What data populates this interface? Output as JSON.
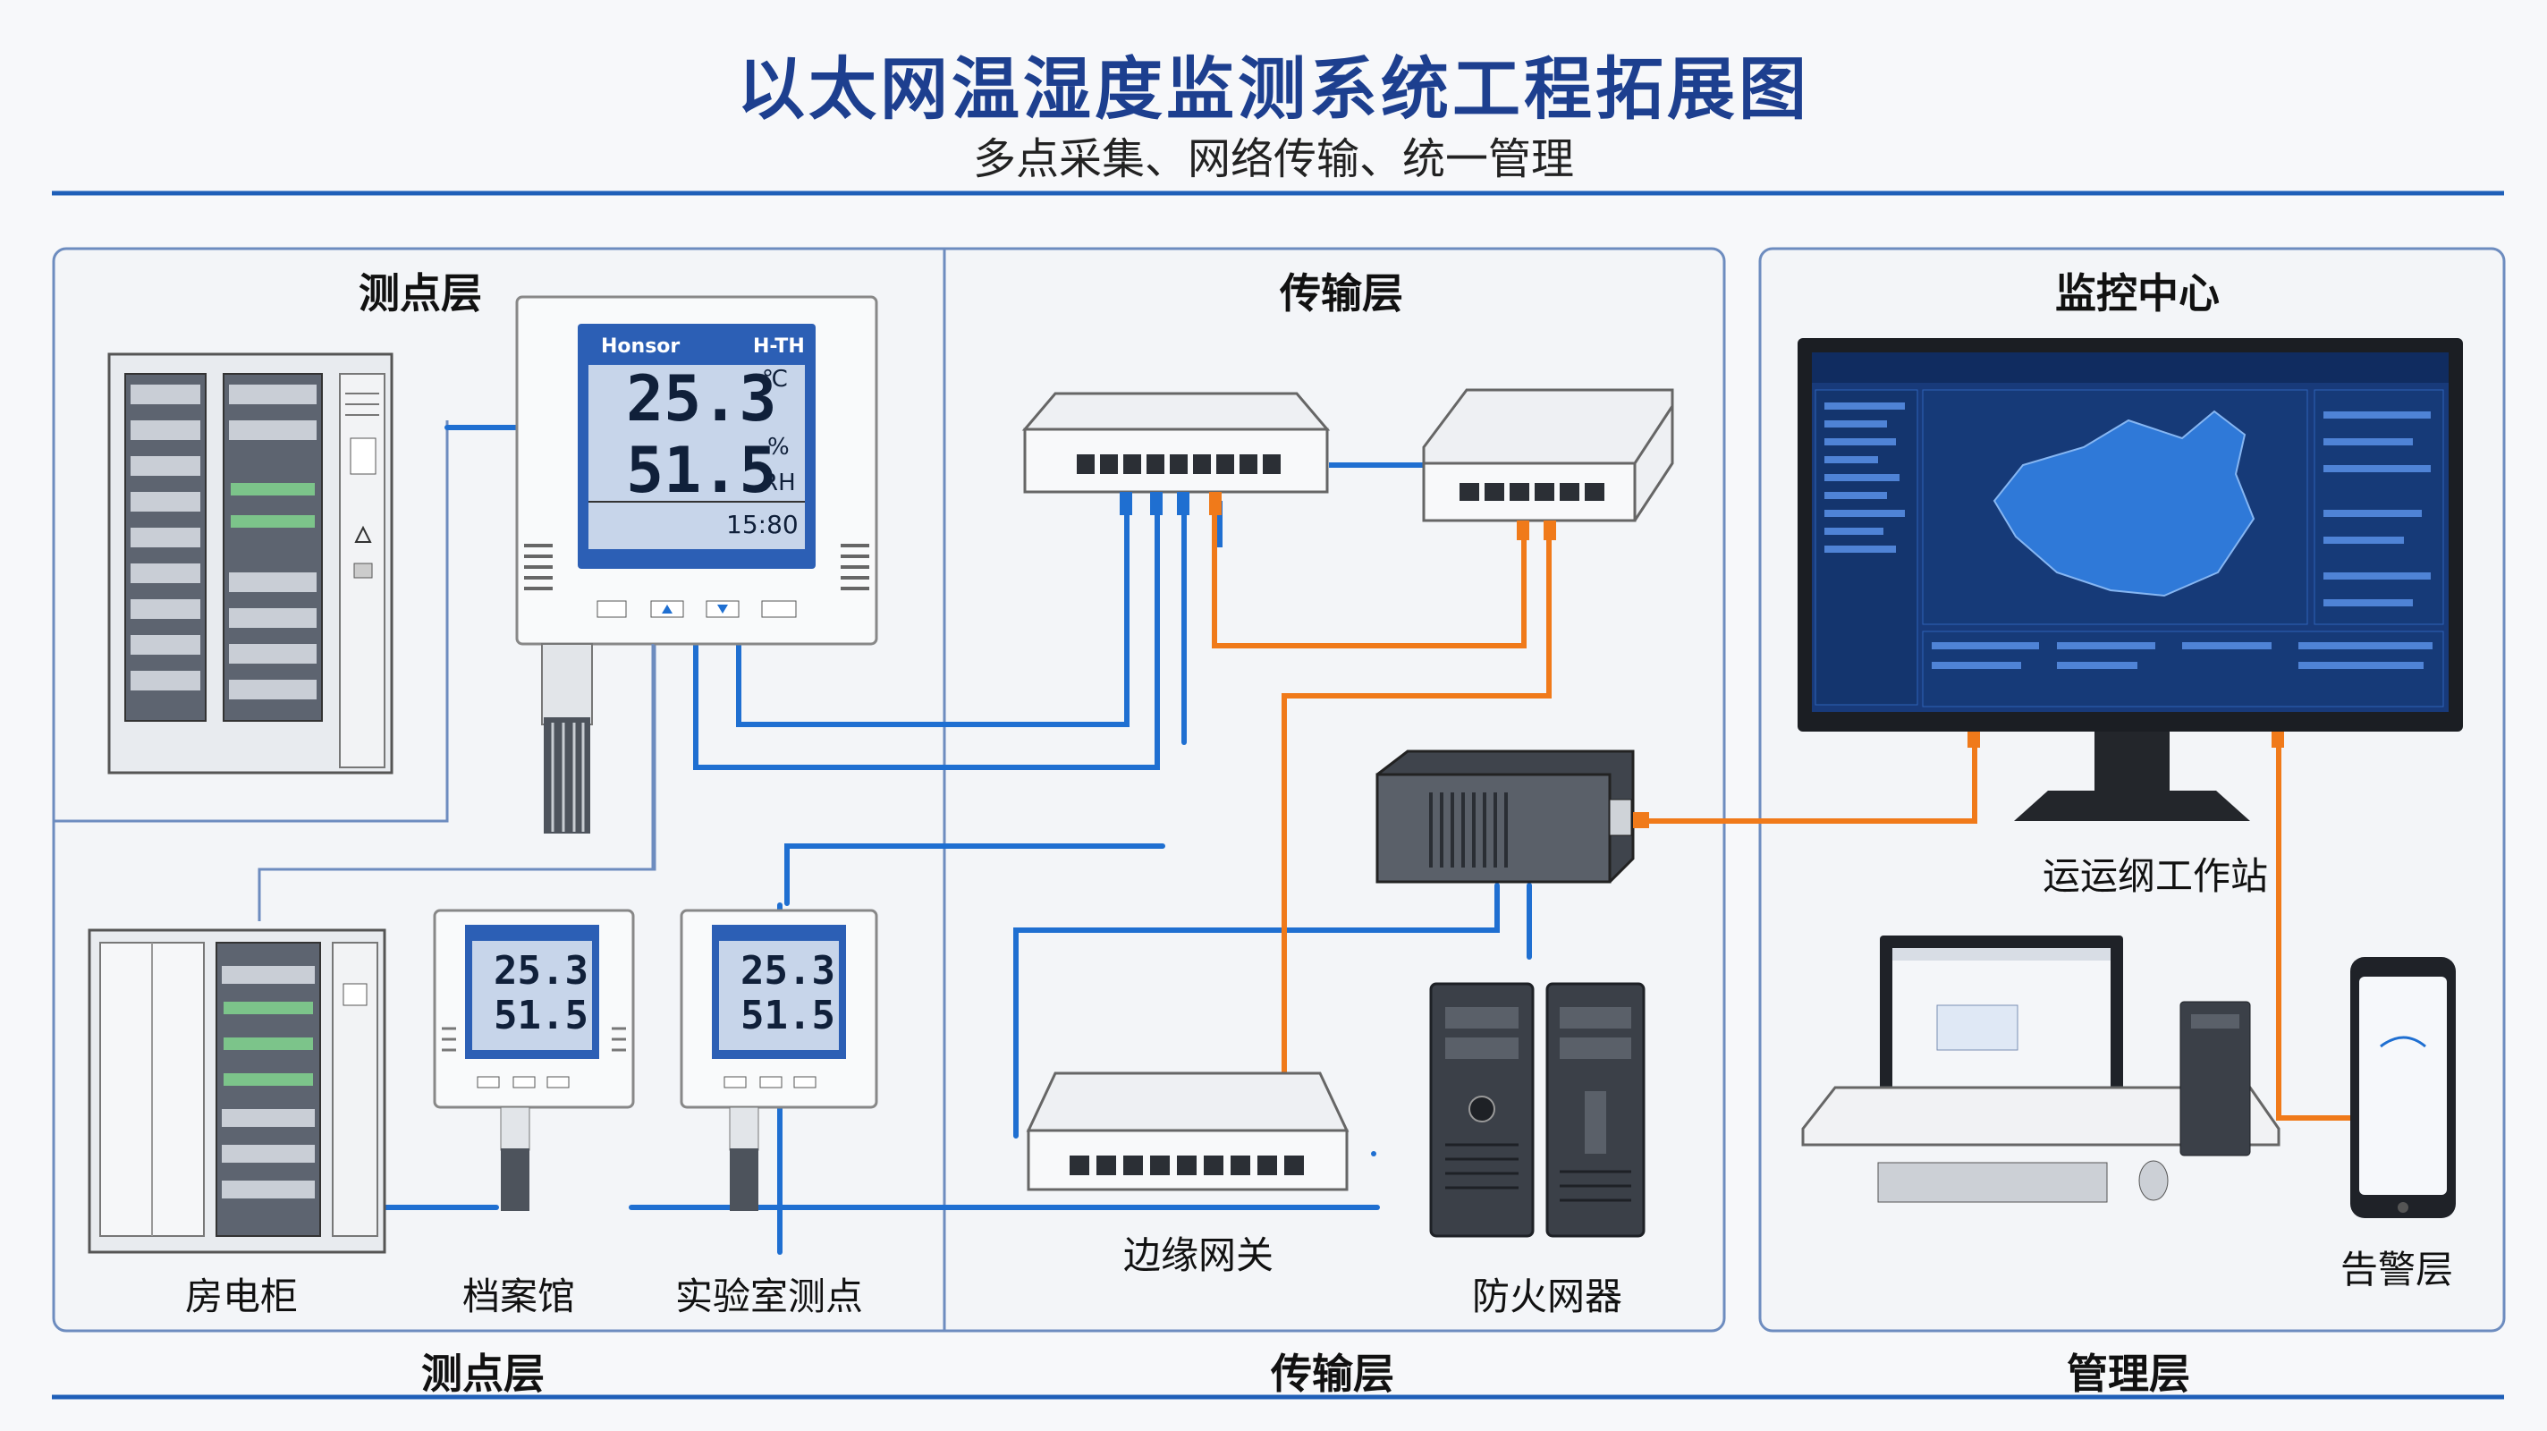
{
  "title": "以太网温湿度监测系统工程拓展图",
  "subtitle": "多点采集、网络传输、统一管理",
  "sections": {
    "sensing": "测点层",
    "transport": "传输层",
    "monitor": "监控中心"
  },
  "main_sensor": {
    "brand": "Honsor",
    "model": "H-TH",
    "temperature": "25.3",
    "temp_unit": "℃",
    "humidity": "51.5",
    "hum_unit_top": "%",
    "hum_unit_bottom": "RH",
    "clock": "15:80"
  },
  "small_sensor_a": {
    "temperature": "25.3",
    "humidity": "51.5"
  },
  "small_sensor_b": {
    "temperature": "25.3",
    "humidity": "51.5"
  },
  "devices": {
    "cabinet": "房电柜",
    "archive": "档案馆",
    "lab_point": "实验室测点",
    "edge_gateway": "边缘网关",
    "firewall": "防火网器",
    "workstation": "运运纲工作站",
    "alarm": "告警层"
  },
  "footer": {
    "sensing": "测点层",
    "transport": "传输层",
    "management": "管理层"
  },
  "colors": {
    "title": "#1d3f8f",
    "accent_blue": "#1f6fd1",
    "accent_orange": "#f07a1a",
    "screen_bg": "#183a7a",
    "lcd_bg": "#c7d5ea"
  }
}
